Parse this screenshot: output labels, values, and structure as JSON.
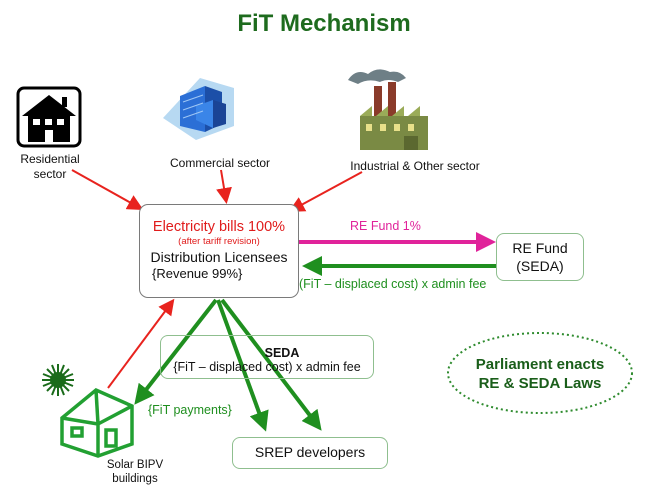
{
  "title": "FiT Mechanism",
  "sources": {
    "residential": "Residential sector",
    "commercial": "Commercial sector",
    "industrial": "Industrial & Other sector"
  },
  "distribution_box": {
    "line1": "Electricity bills 100%",
    "line2": "(after tariff revision)",
    "line3": "Distribution Licensees",
    "line4": "{Revenue 99%}"
  },
  "re_fund_box": {
    "line1": "RE Fund",
    "line2": "(SEDA)"
  },
  "arrows": {
    "re_fund_pct": "RE Fund 1%",
    "displaced_cost_fee": "(FiT – displaced cost) x admin fee",
    "fit_payments": "{FiT  payments}"
  },
  "seda_box": {
    "title": "SEDA",
    "text": "{FiT – displaced cost) x admin fee"
  },
  "srep_box": "SREP developers",
  "parliament": {
    "line1": "Parliament enacts",
    "line2": "RE & SEDA Laws"
  },
  "solar_label": {
    "line1": "Solar BIPV",
    "line2": "buildings"
  },
  "colors": {
    "title_green": "#1e6b1e",
    "arrow_red": "#e8231e",
    "arrow_green": "#1f8f1f",
    "arrow_magenta": "#e0239a",
    "bill_red": "#e01b1b"
  }
}
